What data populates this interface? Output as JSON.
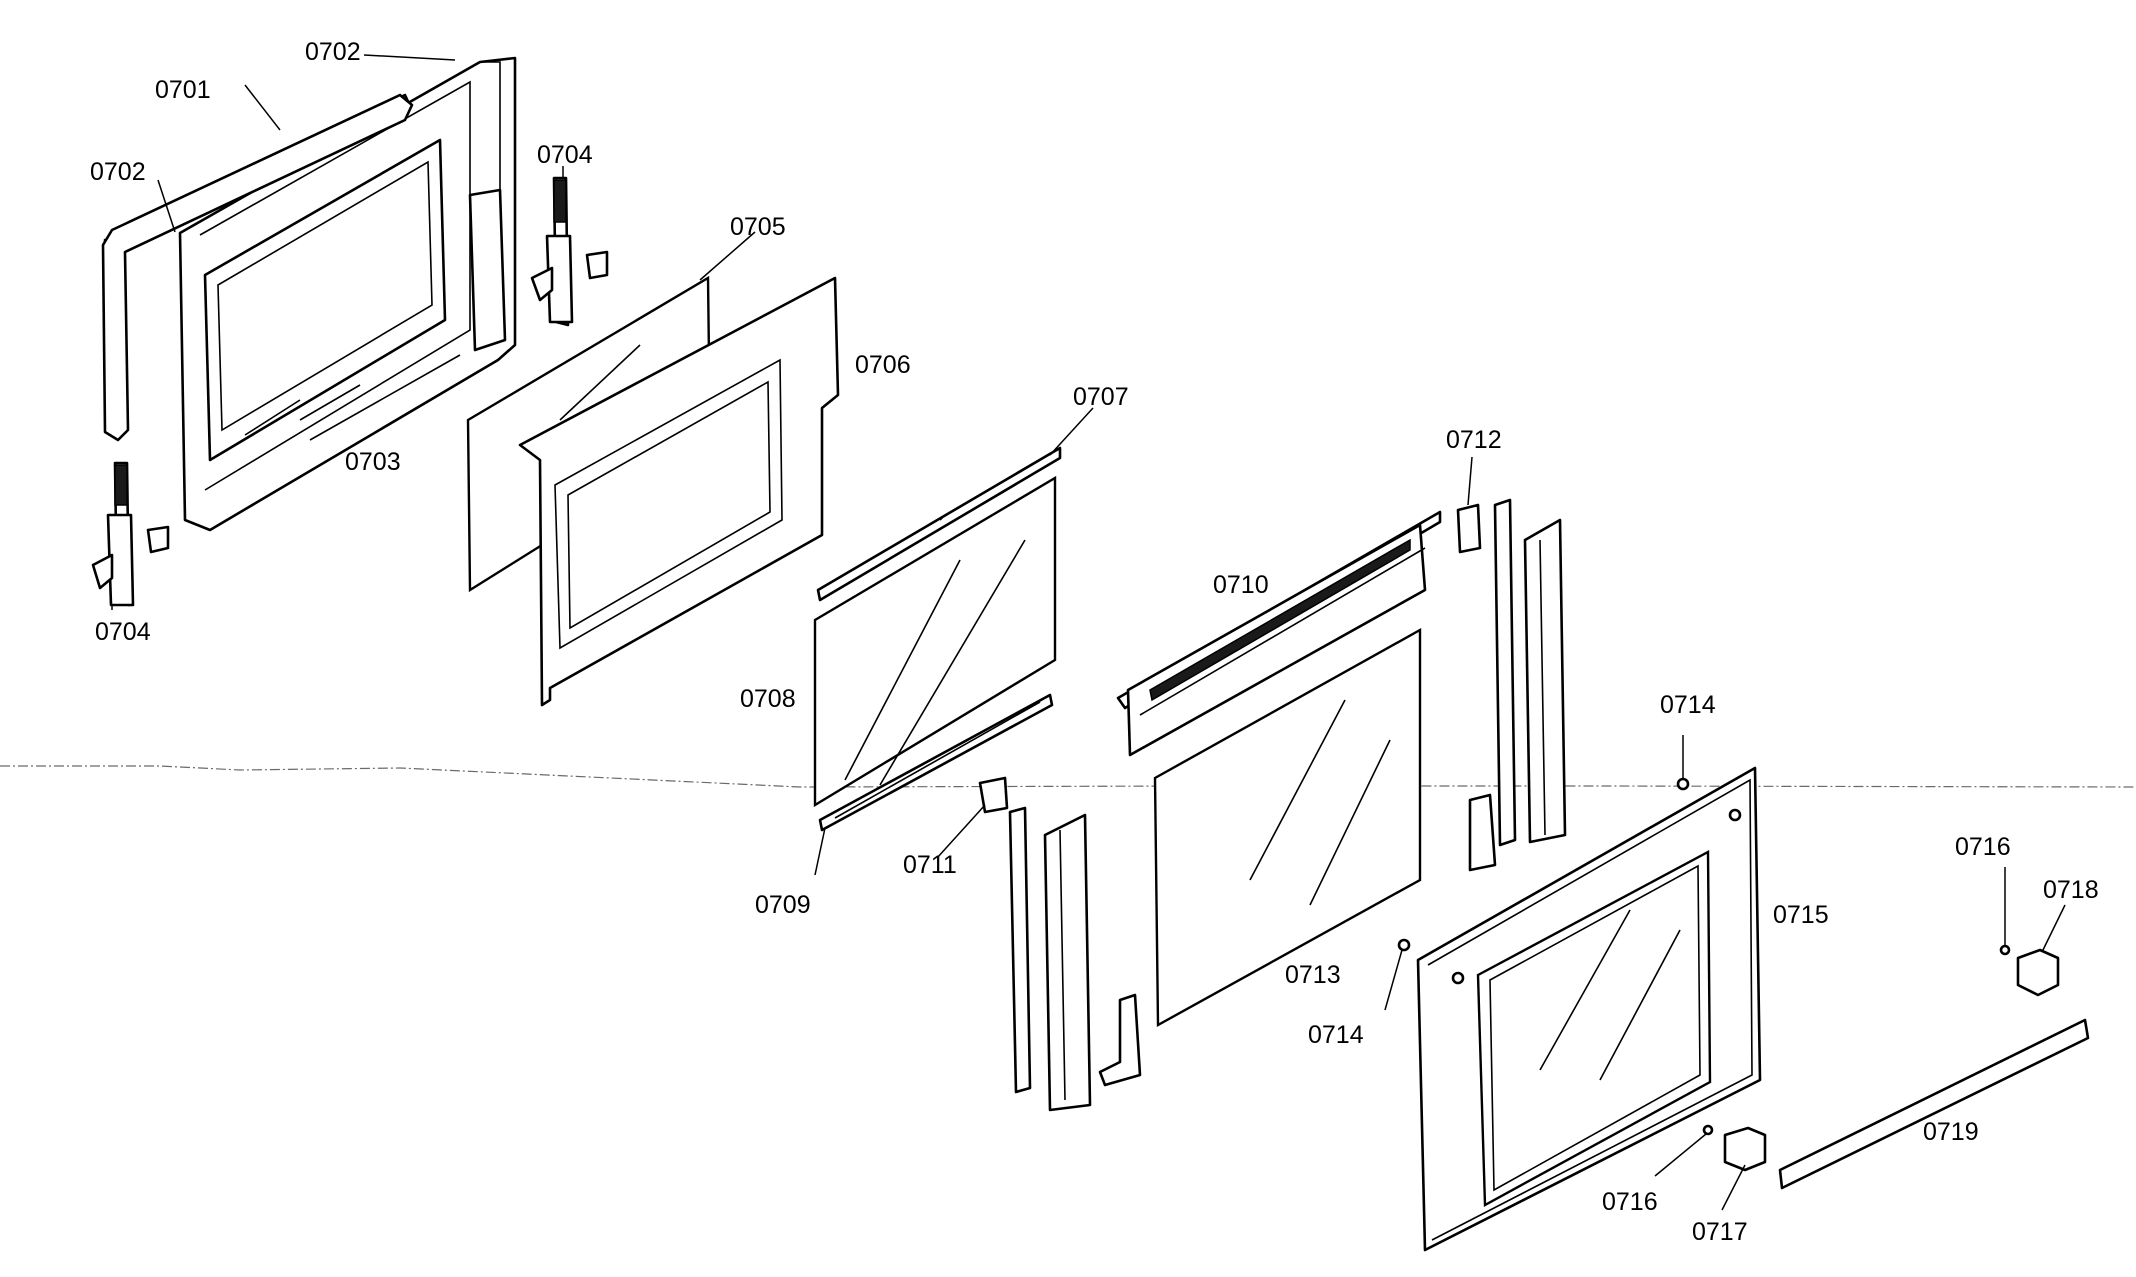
{
  "diagram": {
    "callouts": [
      {
        "id": "0701",
        "label": "0701"
      },
      {
        "id": "0702a",
        "label": "0702"
      },
      {
        "id": "0702b",
        "label": "0702"
      },
      {
        "id": "0703",
        "label": "0703"
      },
      {
        "id": "0704a",
        "label": "0704"
      },
      {
        "id": "0704b",
        "label": "0704"
      },
      {
        "id": "0705",
        "label": "0705"
      },
      {
        "id": "0706",
        "label": "0706"
      },
      {
        "id": "0707",
        "label": "0707"
      },
      {
        "id": "0708",
        "label": "0708"
      },
      {
        "id": "0709",
        "label": "0709"
      },
      {
        "id": "0710",
        "label": "0710"
      },
      {
        "id": "0711",
        "label": "0711"
      },
      {
        "id": "0712",
        "label": "0712"
      },
      {
        "id": "0713",
        "label": "0713"
      },
      {
        "id": "0714a",
        "label": "0714"
      },
      {
        "id": "0714b",
        "label": "0714"
      },
      {
        "id": "0715",
        "label": "0715"
      },
      {
        "id": "0716a",
        "label": "0716"
      },
      {
        "id": "0716b",
        "label": "0716"
      },
      {
        "id": "0717",
        "label": "0717"
      },
      {
        "id": "0718",
        "label": "0718"
      },
      {
        "id": "0719",
        "label": "0719"
      }
    ]
  }
}
